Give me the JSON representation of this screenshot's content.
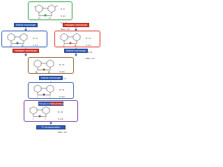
{
  "colors": {
    "top_box": "#3aa14a",
    "left_box": "#2f5db8",
    "right_box": "#e23b2b",
    "mid_box": "#8a5a2a",
    "lower_box": "#2f5db8",
    "bottom_box": "#7b3fa0",
    "halide_button": "#2f5db8",
    "halogen_button": "#e23b2b",
    "ti_button": "#2f5db8"
  },
  "boxes": {
    "top": {
      "atoms": [
        "Cl",
        "Cl"
      ],
      "params": [
        "N: 8",
        "d: 4.1",
        "E: 0.13",
        "Ratio: 0.0"
      ]
    },
    "left": {
      "atoms": [
        "Cl",
        "Br"
      ],
      "params": [
        "N: 12",
        "d: 4.2",
        "E: 0.18",
        "Ratio: 0.3"
      ]
    },
    "right": {
      "atoms": [
        "Cl",
        "Br"
      ],
      "params": [
        "N: 12",
        "d: 4.3",
        "E: 0.14",
        "Ratio: 0.2"
      ]
    },
    "middle": {
      "atoms": [
        "Br",
        "Br"
      ],
      "params": [
        "N: 14",
        "d: 4.4",
        "E: 0.15",
        "Ratio: 0.0"
      ]
    },
    "lower": {
      "atoms": [
        "I",
        "I"
      ],
      "params": [
        "N: 18",
        "d: 4.6",
        "E: 0.20",
        "Ratio: 0.0"
      ]
    },
    "bottom": {
      "atoms": [
        "I",
        "I"
      ],
      "params": [
        "N: 22",
        "d: 4.8",
        "E: 0.22",
        "Ratio: 0.0"
      ]
    }
  },
  "buttons": {
    "halide_left": "Halide exchange",
    "halogen_right": "Halogen exchange",
    "halogen_left": "Halogen exchange",
    "halide_right": "Halide exchange",
    "halide_mid": "Halide exchange",
    "combined": "Halogen & Halide exchange",
    "ti": "TI incorporation"
  }
}
